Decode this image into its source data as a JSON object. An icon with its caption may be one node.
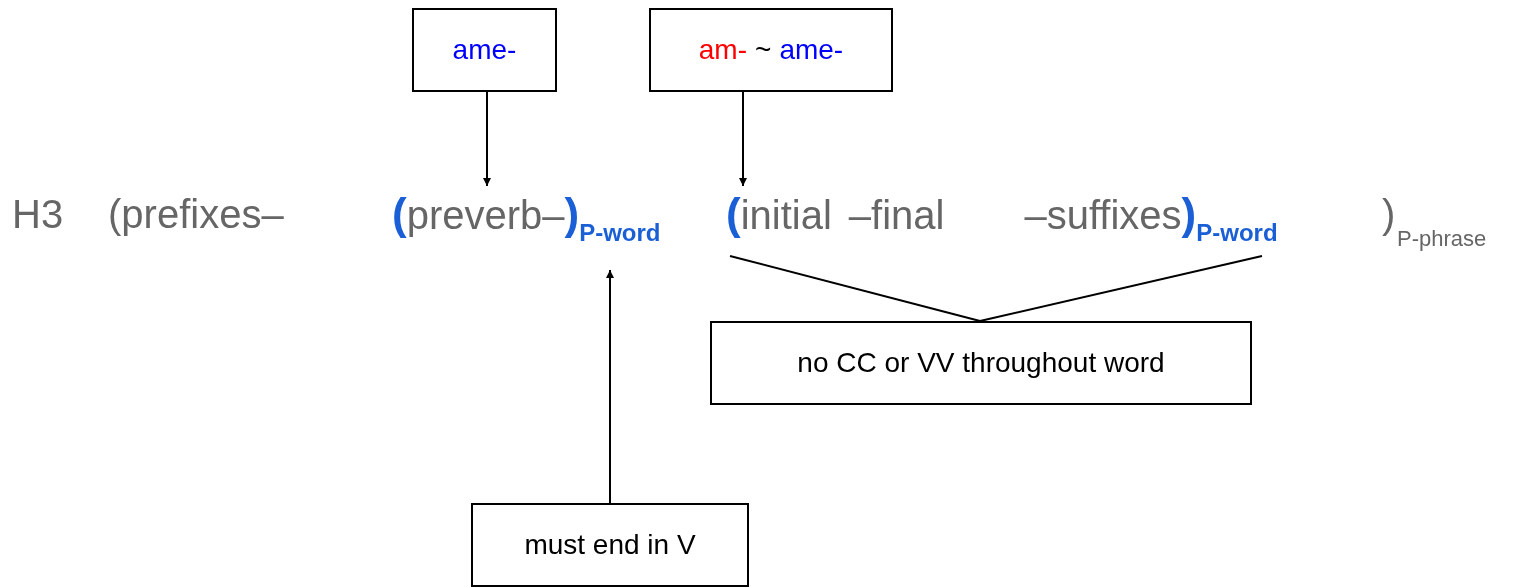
{
  "diagram": {
    "nodes": [
      {
        "text": [
          "ame-"
        ]
      },
      {
        "text": [
          "am-",
          "~",
          "ame-"
        ]
      },
      {
        "text": [
          "(",
          "preverb–",
          ")"
        ],
        "beside": [
          "P-word"
        ]
      },
      {
        "text": [
          "(",
          "initial",
          "–final",
          "–suffixes",
          ")"
        ],
        "beside": [
          "P-word"
        ]
      },
      {
        "text": [
          "no CC or VV throughout word"
        ]
      },
      {
        "text": [
          "must end in V"
        ]
      }
    ],
    "edges": [
      {
        "from": 0,
        "to": 2,
        "arrow": "to"
      },
      {
        "from": 1,
        "to": 3,
        "arrow": "to"
      },
      {
        "from": 4,
        "to": 3,
        "arrow": "none"
      },
      {
        "from": 4,
        "to": 3,
        "arrow": "none"
      },
      {
        "from": 5,
        "to": 2,
        "arrow": "to"
      }
    ],
    "labels": [
      "H3",
      "(prefixes–",
      ")",
      "P-phrase"
    ]
  }
}
